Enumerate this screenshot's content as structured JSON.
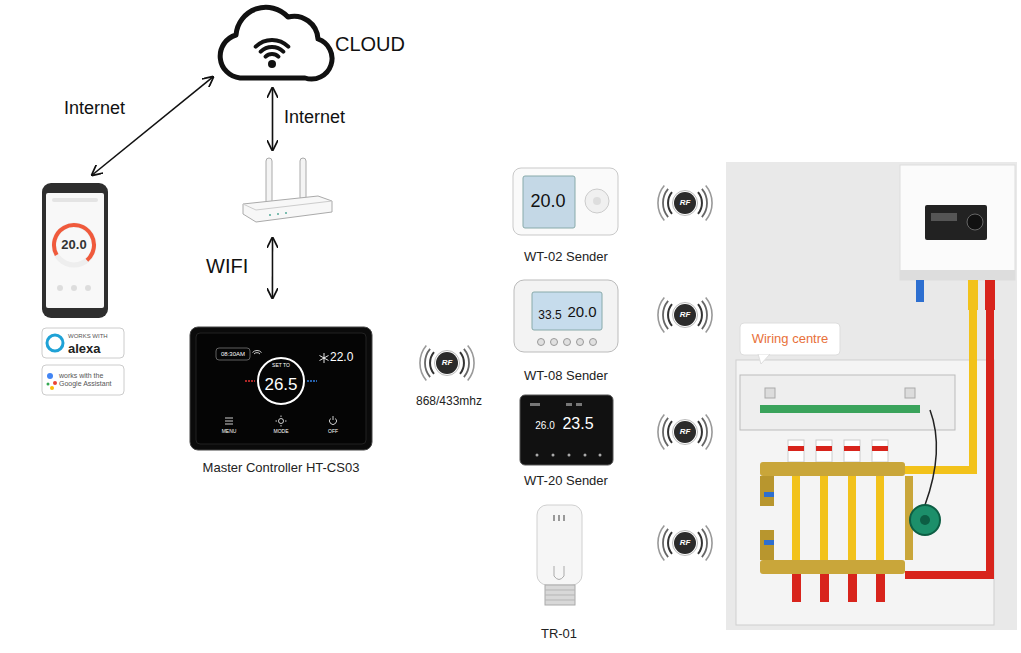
{
  "diagram": {
    "nodes": [
      {
        "text": [
          "CLOUD"
        ]
      },
      {
        "text": []
      },
      {
        "text": [
          "20.0"
        ]
      },
      {
        "text": [
          "WORKS WITH",
          "alexa"
        ]
      },
      {
        "text": [
          "works with the Google Assistant"
        ]
      },
      {
        "text": [
          "08:30AM",
          "SET TO",
          "26.5",
          "22.0",
          "MENU",
          "MODE",
          "OFF",
          "Master Controller HT-CS03"
        ]
      },
      {
        "text": [
          "RF",
          "868/433mhz"
        ]
      },
      {
        "text": [
          "20.0",
          "WT-02 Sender"
        ]
      },
      {
        "text": [
          "RF"
        ]
      },
      {
        "text": [
          "33.5",
          "20.0",
          "WT-08 Sender"
        ]
      },
      {
        "text": [
          "RF"
        ]
      },
      {
        "text": [
          "26.0",
          "23.5",
          "WT-20 Sender"
        ]
      },
      {
        "text": [
          "RF"
        ]
      },
      {
        "text": [
          "TR-01"
        ]
      },
      {
        "text": [
          "RF"
        ]
      },
      {
        "text": [
          "Wiring centre"
        ]
      }
    ],
    "edges": [
      {
        "from": 2,
        "to": 0,
        "arrow": "both",
        "label": "Internet"
      },
      {
        "from": 0,
        "to": 1,
        "arrow": "both",
        "label": "Internet"
      },
      {
        "from": 1,
        "to": 5,
        "arrow": "both",
        "label": "WIFI"
      }
    ]
  }
}
